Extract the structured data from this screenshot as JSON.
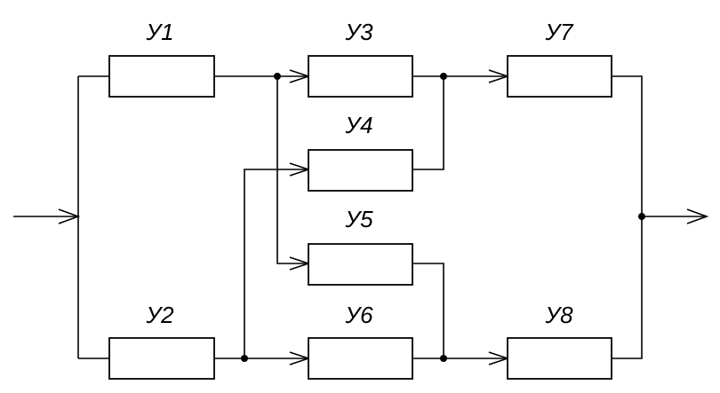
{
  "blocks": [
    {
      "id": "u1",
      "label": "У1"
    },
    {
      "id": "u2",
      "label": "У2"
    },
    {
      "id": "u3",
      "label": "У3"
    },
    {
      "id": "u4",
      "label": "У4"
    },
    {
      "id": "u5",
      "label": "У5"
    },
    {
      "id": "u6",
      "label": "У6"
    },
    {
      "id": "u7",
      "label": "У7"
    },
    {
      "id": "u8",
      "label": "У8"
    }
  ]
}
